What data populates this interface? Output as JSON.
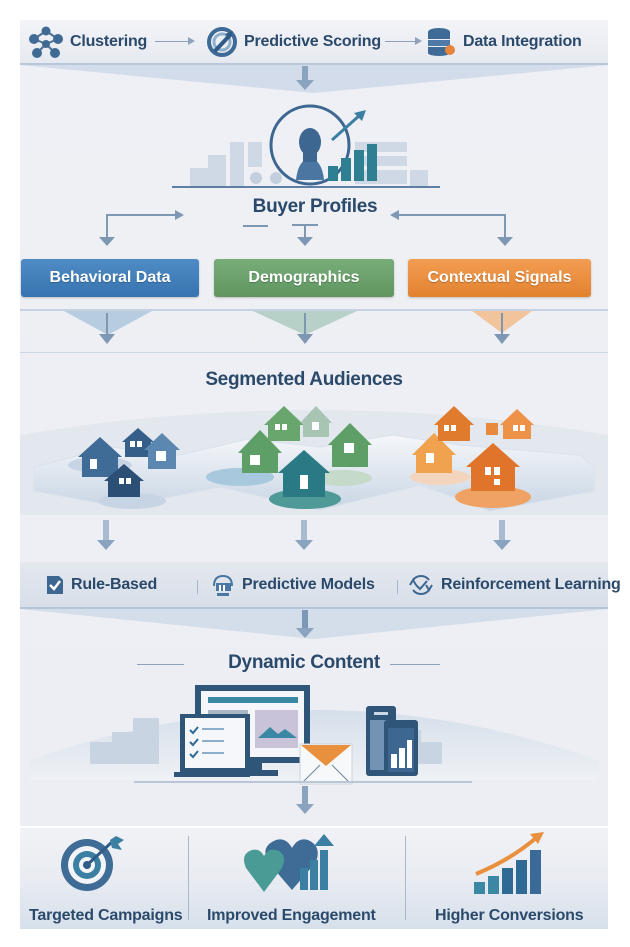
{
  "top_bar": {
    "items": [
      {
        "label": "Clustering",
        "icon": "network-cluster-icon"
      },
      {
        "label": "Predictive Scoring",
        "icon": "gauge-arrow-icon"
      },
      {
        "label": "Data Integration",
        "icon": "database-icon"
      }
    ]
  },
  "profiles": {
    "title": "Buyer Profiles",
    "icon": "user-profile-growth-icon"
  },
  "data_sources": [
    {
      "label": "Behavioral Data",
      "color": "#3f7db8"
    },
    {
      "label": "Demographics",
      "color": "#6a9f6e"
    },
    {
      "label": "Contextual Signals",
      "color": "#ea8d3f"
    }
  ],
  "segments": {
    "title": "Segmented Audiences",
    "groups": [
      {
        "name": "blue-segment",
        "color": "#3d6690"
      },
      {
        "name": "green-segment",
        "color": "#5b9a62"
      },
      {
        "name": "orange-segment",
        "color": "#e07b2e"
      }
    ]
  },
  "methods": {
    "items": [
      {
        "label": "Rule-Based",
        "icon": "checkbox-icon"
      },
      {
        "label": "Predictive Models",
        "icon": "model-icon"
      },
      {
        "label": "Reinforcement Learning",
        "icon": "cycle-check-icon"
      }
    ]
  },
  "content": {
    "title": "Dynamic Content",
    "icon": "multi-device-icon"
  },
  "outcomes": [
    {
      "label": "Targeted Campaigns",
      "icon": "target-icon"
    },
    {
      "label": "Improved Engagement",
      "icon": "hearts-growth-icon"
    },
    {
      "label": "Higher Conversions",
      "icon": "growth-chart-icon"
    }
  ],
  "colors": {
    "primary": "#2b4a6b",
    "accent_blue": "#3f7db8",
    "accent_green": "#6a9f6e",
    "accent_orange": "#ea8d3f",
    "background": "#eceef3"
  }
}
